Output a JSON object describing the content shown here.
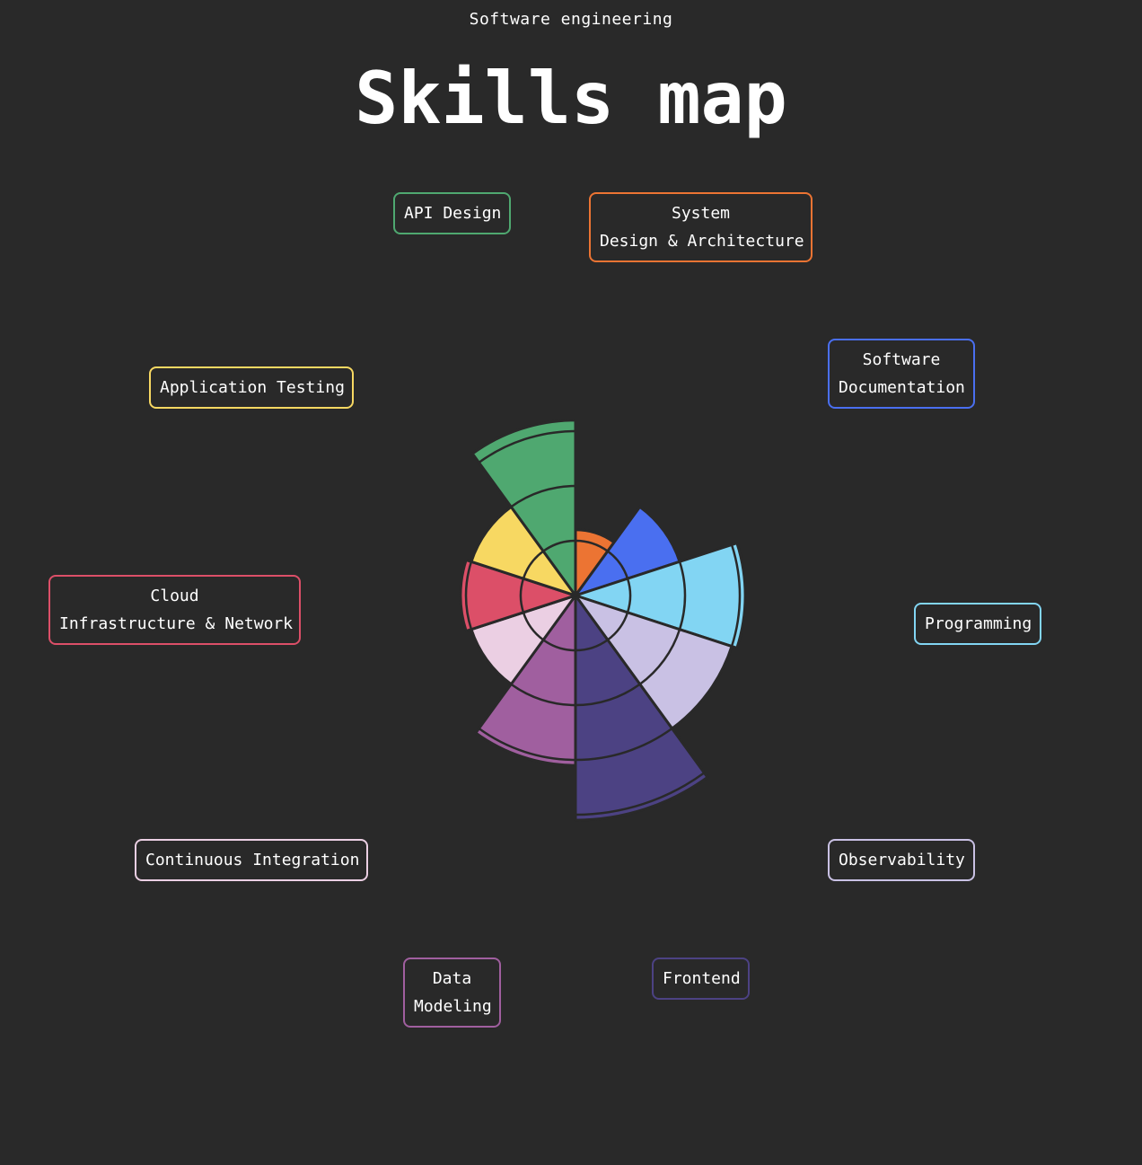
{
  "subtitle": "Software engineering",
  "title": "Skills map",
  "chart_data": {
    "type": "polar-area",
    "max_level": 4,
    "categories": [
      {
        "name": "System\nDesign & Architecture",
        "value": 1.2,
        "color": "#ec7433"
      },
      {
        "name": "Software\nDocumentation",
        "value": 2.0,
        "color": "#4a6ff0"
      },
      {
        "name": "Programming",
        "value": 3.1,
        "color": "#82d5f3"
      },
      {
        "name": "Observability",
        "value": 3.0,
        "color": "#c9c1e4"
      },
      {
        "name": "Frontend",
        "value": 4.1,
        "color": "#4c4283"
      },
      {
        "name": "Data\nModeling",
        "value": 3.1,
        "color": "#a05f9f"
      },
      {
        "name": "Continuous Integration",
        "value": 2.0,
        "color": "#ebcfe3"
      },
      {
        "name": "Cloud\nInfrastructure & Network",
        "value": 2.1,
        "color": "#dc4f68"
      },
      {
        "name": "Application Testing",
        "value": 2.0,
        "color": "#f7d862"
      },
      {
        "name": "API Design",
        "value": 3.2,
        "color": "#4fa870"
      }
    ]
  }
}
